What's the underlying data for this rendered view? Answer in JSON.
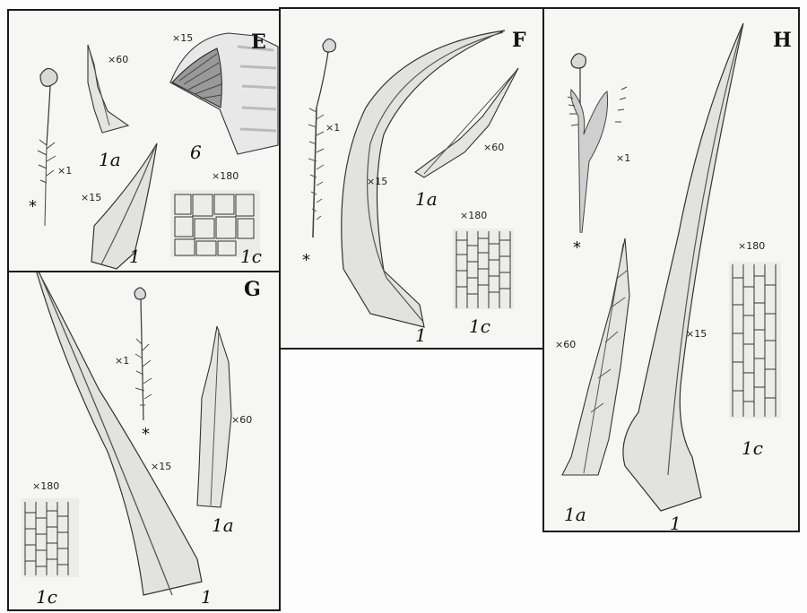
{
  "panels": {
    "E": {
      "label": "E",
      "mags": [
        "×1",
        "×60",
        "×15",
        "×15",
        "×180"
      ],
      "figs": [
        "1a",
        "6",
        "1",
        "1c"
      ],
      "asterisk": "*"
    },
    "F": {
      "label": "F",
      "mags": [
        "×1",
        "×15",
        "×60",
        "×180"
      ],
      "figs": [
        "1a",
        "1",
        "1c"
      ],
      "asterisk": "*"
    },
    "G": {
      "label": "G",
      "mags": [
        "×1",
        "×60",
        "×15",
        "×180"
      ],
      "figs": [
        "1a",
        "1c",
        "1"
      ],
      "asterisk": "*"
    },
    "H": {
      "label": "H",
      "mags": [
        "×1",
        "×180",
        "×60",
        "×15"
      ],
      "figs": [
        "1c",
        "1a",
        "1"
      ],
      "asterisk": "*"
    }
  }
}
